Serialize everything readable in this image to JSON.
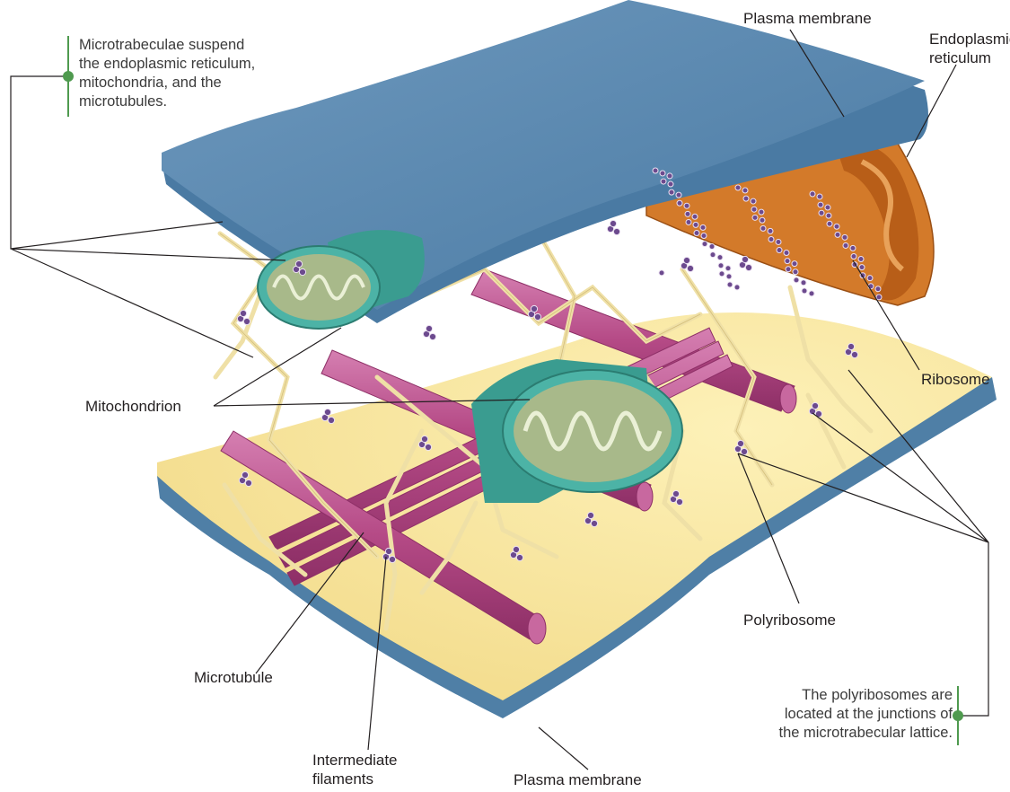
{
  "labels": {
    "plasma_membrane_top": "Plasma membrane",
    "endoplasmic_reticulum": [
      "Endoplasmic",
      "reticulum"
    ],
    "ribosome": "Ribosome",
    "mitochondrion": "Mitochondrion",
    "polyribosome": "Polyribosome",
    "microtubule": "Microtubule",
    "intermediate_filaments": [
      "Intermediate",
      "filaments"
    ],
    "plasma_membrane_bottom": "Plasma membrane"
  },
  "notes": {
    "microtrabeculae": [
      "Microtrabeculae suspend",
      "the endoplasmic reticulum,",
      "mitochondria, and the",
      "microtubules."
    ],
    "polyribosomes": [
      "The polyribosomes are",
      "located at the junctions of",
      "the microtrabecular lattice."
    ]
  },
  "colors": {
    "membrane_blue": "#4f7fa6",
    "cytosol_yellow": "#f8e6a0",
    "microtrabeculae": "#fbf0c8",
    "mitochondrion_outer": "#4cb3a6",
    "mitochondrion_inner": "#a8b98a",
    "microtubule_pink": "#c0538f",
    "er_orange": "#d37a2a",
    "ribosome_purple": "#6c4a8e",
    "accent_green": "#4f9a4f"
  }
}
